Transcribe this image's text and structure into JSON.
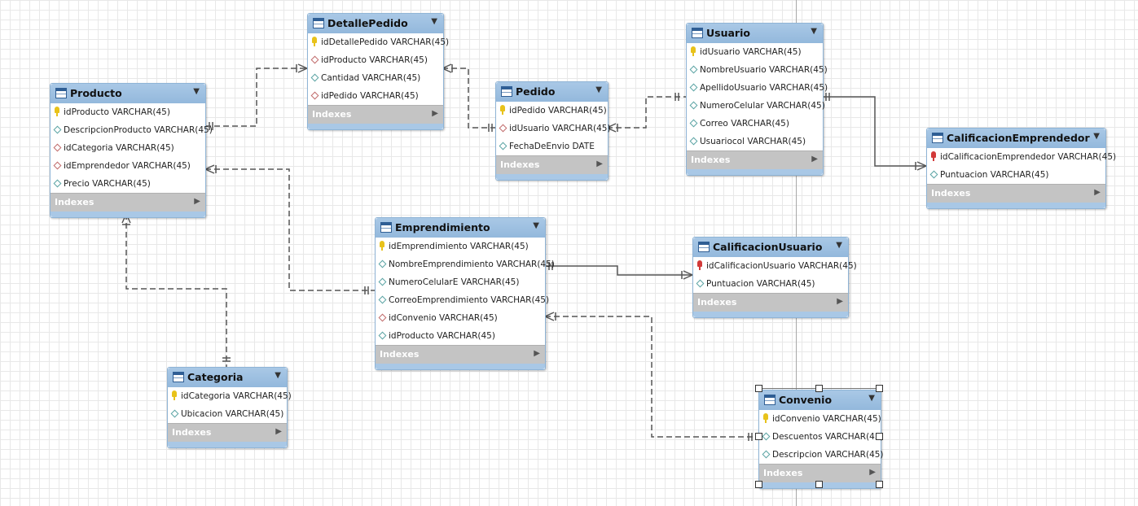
{
  "tables": {
    "detallepedido": {
      "name": "DetallePedido",
      "columns": [
        "idDetallePedido VARCHAR(45)",
        "idProducto VARCHAR(45)",
        "Cantidad VARCHAR(45)",
        "idPedido VARCHAR(45)"
      ],
      "indexes": "Indexes"
    },
    "producto": {
      "name": "Producto",
      "columns": [
        "idProducto VARCHAR(45)",
        "DescripcionProducto VARCHAR(45)",
        "idCategoria VARCHAR(45)",
        "idEmprendedor VARCHAR(45)",
        "Precio VARCHAR(45)"
      ],
      "indexes": "Indexes"
    },
    "pedido": {
      "name": "Pedido",
      "columns": [
        "idPedido VARCHAR(45)",
        "idUsuario VARCHAR(45)",
        "FechaDeEnvio DATE"
      ],
      "indexes": "Indexes"
    },
    "usuario": {
      "name": "Usuario",
      "columns": [
        "idUsuario VARCHAR(45)",
        "NombreUsuario VARCHAR(45)",
        "ApellidoUsuario VARCHAR(45)",
        "NumeroCelular VARCHAR(45)",
        "Correo VARCHAR(45)",
        "Usuariocol VARCHAR(45)"
      ],
      "indexes": "Indexes"
    },
    "calificacionemprendedor": {
      "name": "CalificacionEmprendedor",
      "columns": [
        "idCalificacionEmprendedor VARCHAR(45)",
        "Puntuacion VARCHAR(45)"
      ],
      "indexes": "Indexes"
    },
    "emprendimiento": {
      "name": "Emprendimiento",
      "columns": [
        "idEmprendimiento VARCHAR(45)",
        "NombreEmprendimiento VARCHAR(45)",
        "NumeroCelularE VARCHAR(45)",
        "CorreoEmprendimiento VARCHAR(45)",
        "idConvenio VARCHAR(45)",
        "idProducto VARCHAR(45)"
      ],
      "indexes": "Indexes"
    },
    "calificacionusuario": {
      "name": "CalificacionUsuario",
      "columns": [
        "idCalificacionUsuario VARCHAR(45)",
        "Puntuacion VARCHAR(45)"
      ],
      "indexes": "Indexes"
    },
    "categoria": {
      "name": "Categoria",
      "columns": [
        "idCategoria VARCHAR(45)",
        "Ubicacion VARCHAR(45)"
      ],
      "indexes": "Indexes"
    },
    "convenio": {
      "name": "Convenio",
      "columns": [
        "idConvenio VARCHAR(45)",
        "Descuentos VARCHAR(45)",
        "Descripcion VARCHAR(45)"
      ],
      "indexes": "Indexes"
    }
  },
  "colors": {
    "header": "#99bfe0",
    "indexes_bar": "#c4c4c4",
    "connector": "#555555"
  }
}
